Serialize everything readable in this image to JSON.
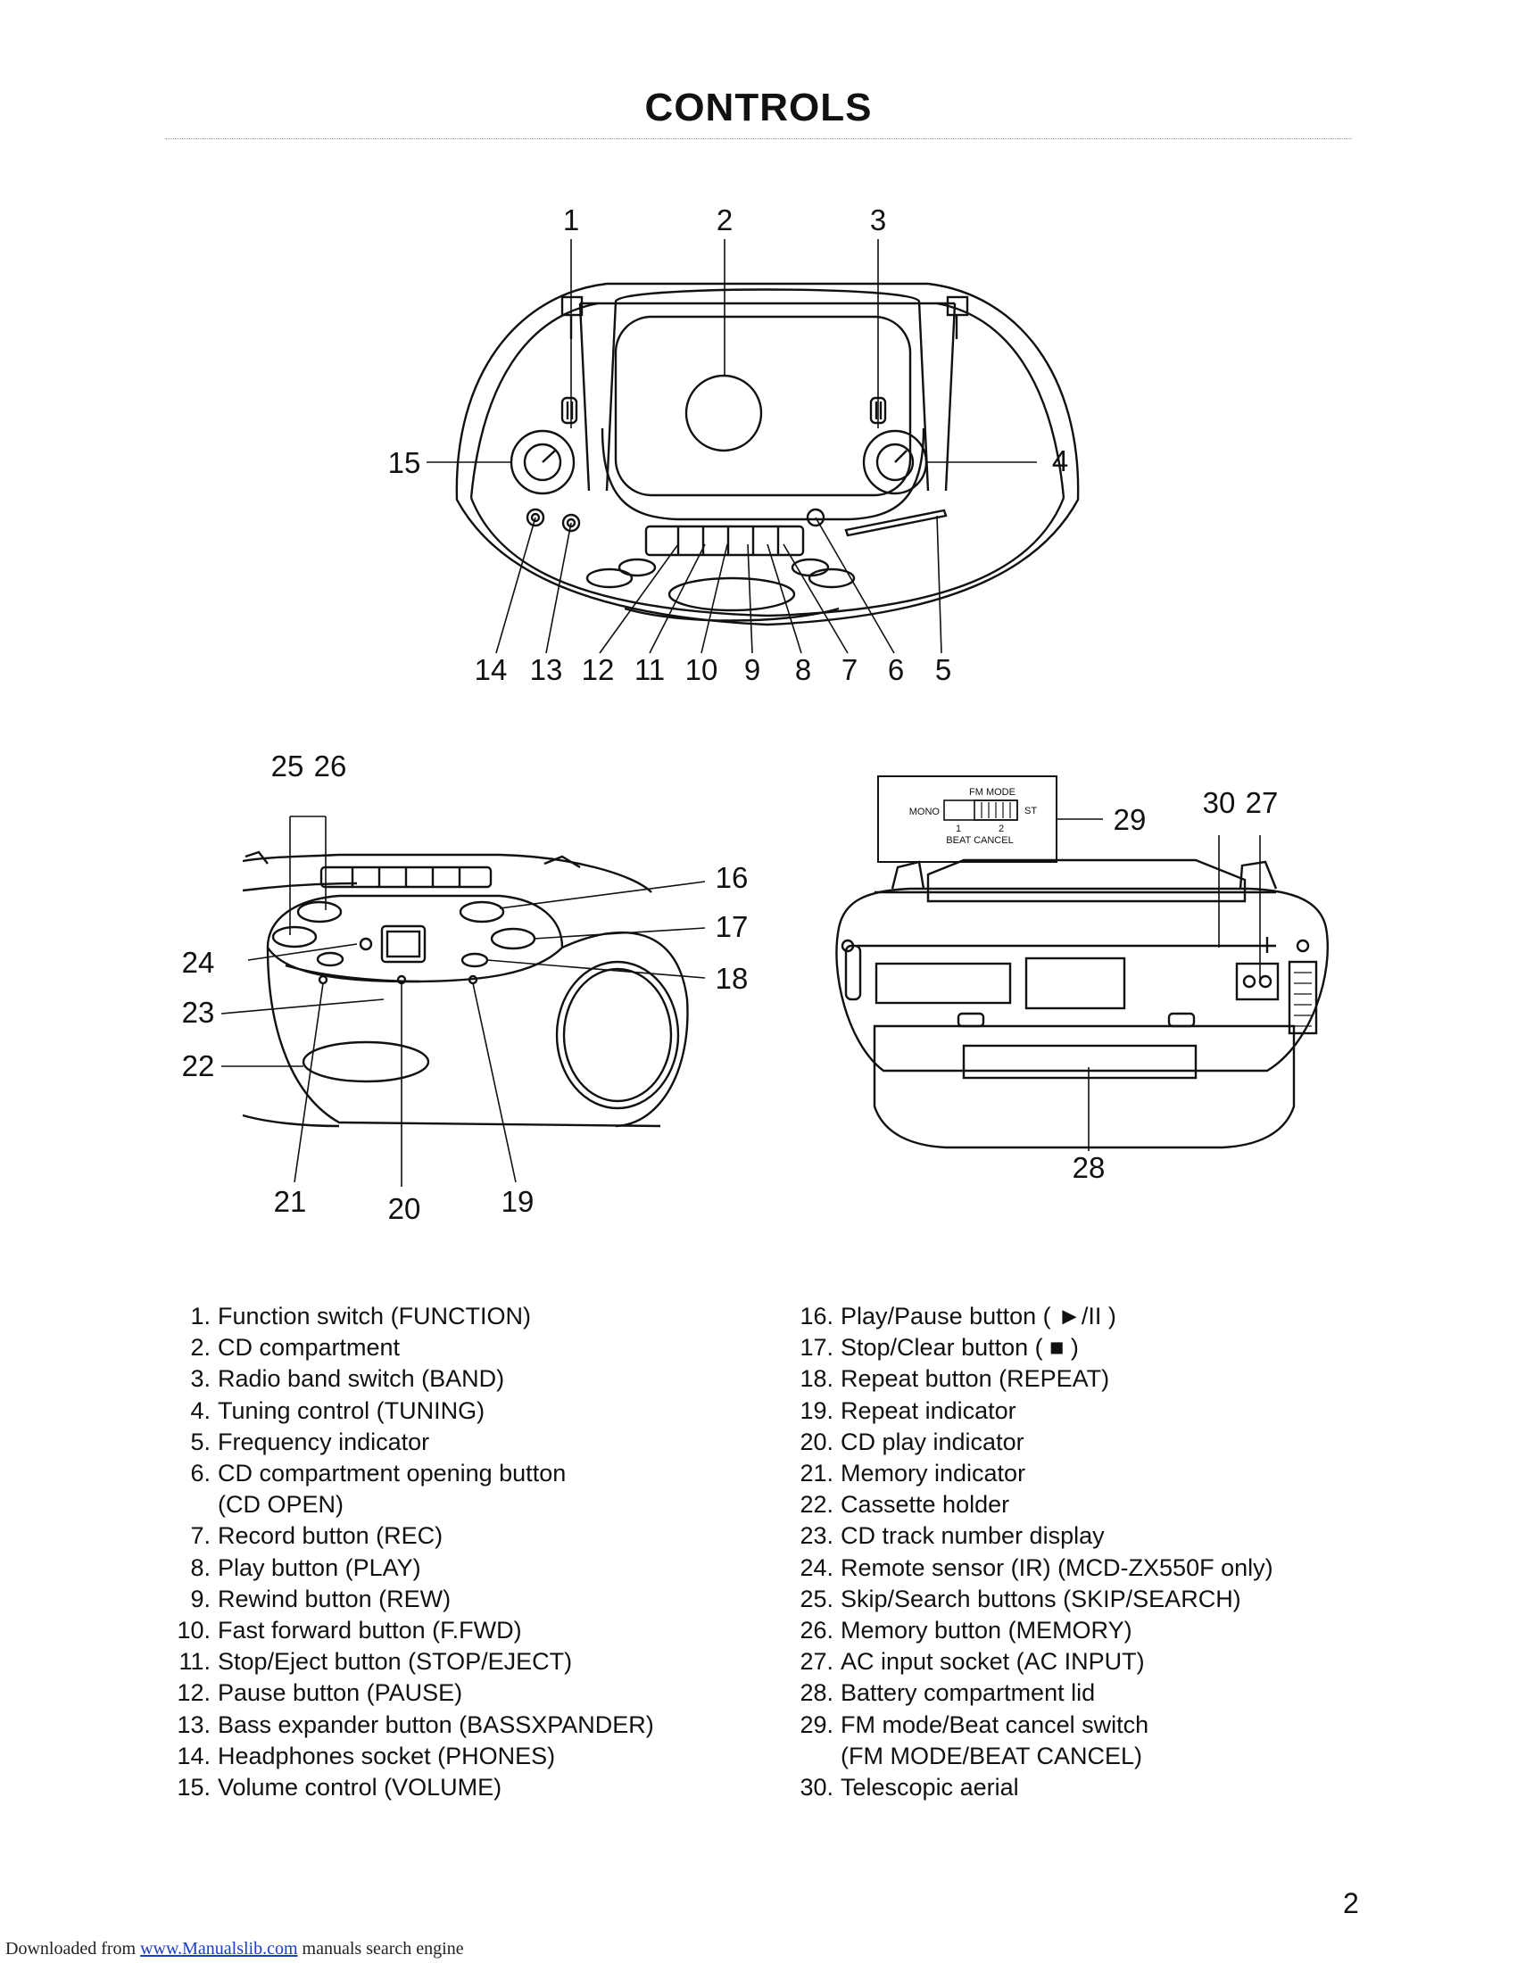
{
  "page": {
    "title": "CONTROLS",
    "page_number": "2"
  },
  "figure_top": {
    "callouts": [
      "1",
      "2",
      "3",
      "4",
      "5",
      "6",
      "7",
      "8",
      "9",
      "10",
      "11",
      "12",
      "13",
      "14",
      "15"
    ]
  },
  "figure_side": {
    "callouts": [
      "16",
      "17",
      "18",
      "19",
      "20",
      "21",
      "22",
      "23",
      "24",
      "25",
      "26"
    ]
  },
  "figure_rear": {
    "callouts": [
      "27",
      "28",
      "29",
      "30"
    ],
    "inset": {
      "heading": "FM MODE",
      "left_label": "MONO",
      "right_label": "ST",
      "pos_1": "1",
      "pos_2": "2",
      "caption": "BEAT CANCEL"
    }
  },
  "legend_left": [
    {
      "num": "1.",
      "text": "Function switch (FUNCTION)"
    },
    {
      "num": "2.",
      "text": "CD compartment"
    },
    {
      "num": "3.",
      "text": "Radio band switch (BAND)"
    },
    {
      "num": "4.",
      "text": "Tuning control (TUNING)"
    },
    {
      "num": "5.",
      "text": "Frequency indicator"
    },
    {
      "num": "6.",
      "text": "CD compartment opening button",
      "cont": "(CD OPEN)"
    },
    {
      "num": "7.",
      "text": "Record button (REC)"
    },
    {
      "num": "8.",
      "text": "Play button (PLAY)"
    },
    {
      "num": "9.",
      "text": "Rewind button (REW)"
    },
    {
      "num": "10.",
      "text": "Fast forward button (F.FWD)"
    },
    {
      "num": "11.",
      "text": "Stop/Eject button (STOP/EJECT)"
    },
    {
      "num": "12.",
      "text": "Pause button (PAUSE)"
    },
    {
      "num": "13.",
      "text": "Bass expander button (BASSXPANDER)"
    },
    {
      "num": "14.",
      "text": "Headphones socket (PHONES)"
    },
    {
      "num": "15.",
      "text": "Volume control (VOLUME)"
    }
  ],
  "legend_right": [
    {
      "num": "16.",
      "text": "Play/Pause button ( ►/II )"
    },
    {
      "num": "17.",
      "text": "Stop/Clear button ( ■ )"
    },
    {
      "num": "18.",
      "text": "Repeat button (REPEAT)"
    },
    {
      "num": "19.",
      "text": "Repeat indicator"
    },
    {
      "num": "20.",
      "text": "CD play indicator"
    },
    {
      "num": "21.",
      "text": "Memory indicator"
    },
    {
      "num": "22.",
      "text": "Cassette holder"
    },
    {
      "num": "23.",
      "text": "CD track number display"
    },
    {
      "num": "24.",
      "text": "Remote sensor (IR) (MCD-ZX550F only)"
    },
    {
      "num": "25.",
      "text": "Skip/Search buttons (SKIP/SEARCH)"
    },
    {
      "num": "26.",
      "text": "Memory button (MEMORY)"
    },
    {
      "num": "27.",
      "text": "AC input socket (AC INPUT)"
    },
    {
      "num": "28.",
      "text": "Battery compartment lid"
    },
    {
      "num": "29.",
      "text": "FM mode/Beat cancel switch",
      "cont": "(FM MODE/BEAT CANCEL)"
    },
    {
      "num": "30.",
      "text": "Telescopic aerial"
    }
  ],
  "footer": {
    "prefix": "Downloaded from ",
    "link_text": "www.Manualslib.com",
    "suffix": " manuals search engine"
  }
}
